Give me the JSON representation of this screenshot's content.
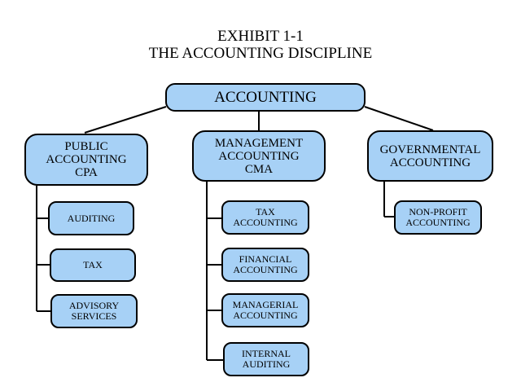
{
  "title": {
    "line1": "EXHIBIT 1-1",
    "line2": "THE ACCOUNTING DISCIPLINE"
  },
  "root": {
    "label": "ACCOUNTING"
  },
  "branches": {
    "public": {
      "label": "PUBLIC\nACCOUNTING\nCPA",
      "children": [
        "AUDITING",
        "TAX",
        "ADVISORY\nSERVICES"
      ]
    },
    "management": {
      "label": "MANAGEMENT\nACCOUNTING\nCMA",
      "children": [
        "TAX\nACCOUNTING",
        "FINANCIAL\nACCOUNTING",
        "MANAGERIAL\nACCOUNTING",
        "INTERNAL\nAUDITING"
      ]
    },
    "governmental": {
      "label": "GOVERNMENTAL\nACCOUNTING",
      "children": [
        "NON-PROFIT\nACCOUNTING"
      ]
    }
  },
  "colors": {
    "box_fill": "#a7d1f6",
    "border": "#000000"
  }
}
